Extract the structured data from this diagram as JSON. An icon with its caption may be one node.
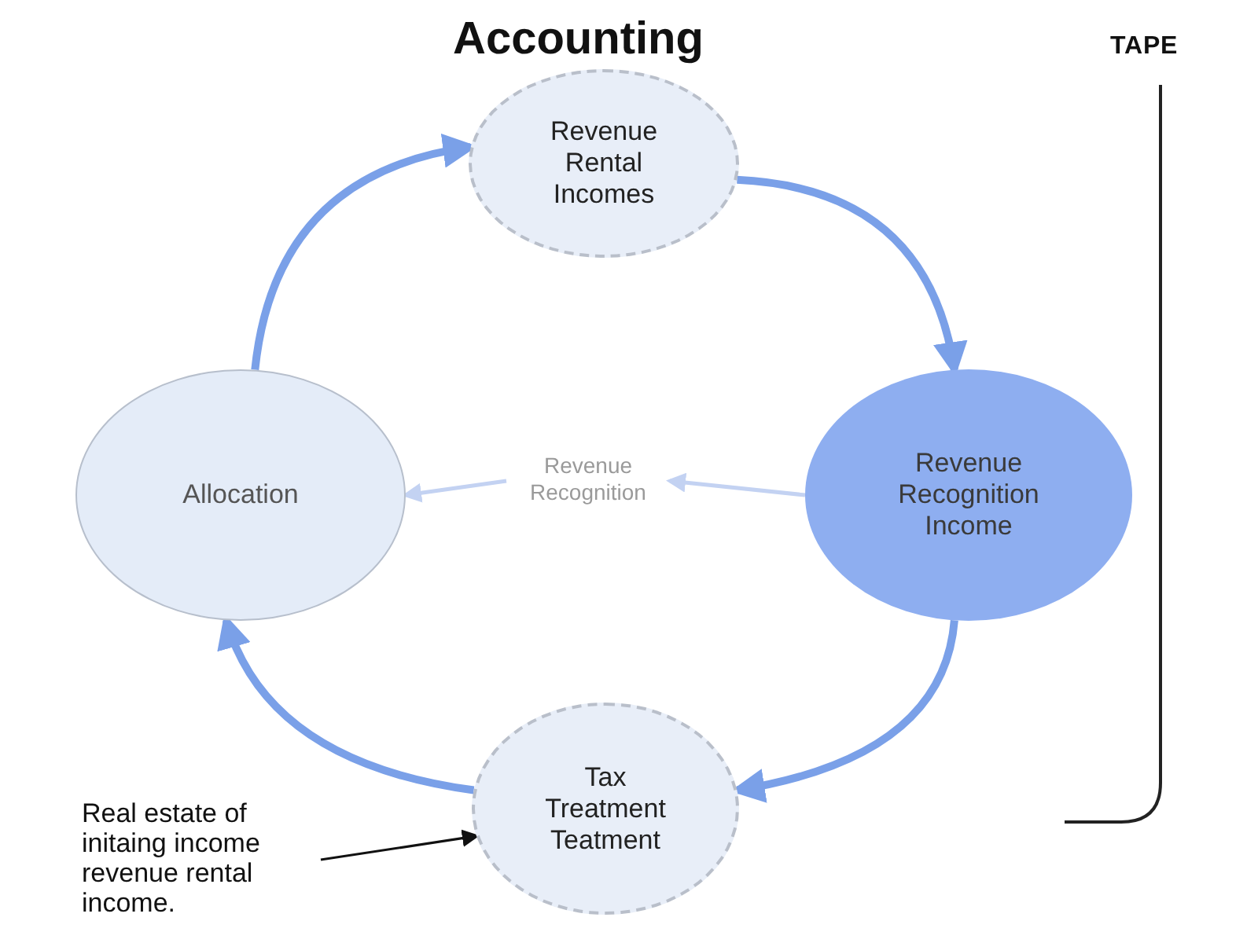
{
  "diagram": {
    "title": "Accounting",
    "nodes": [
      {
        "text": [
          "Revenue Rental Incomes"
        ]
      },
      {
        "text": [
          "Allocation"
        ]
      },
      {
        "text": [
          "Revenue Recognition"
        ]
      },
      {
        "text": [
          "Revenue Recognition Income"
        ]
      },
      {
        "text": [
          "Tax Treatment Teatment"
        ]
      },
      {
        "text": [
          "Real estate of initaing income revenue rental income."
        ]
      }
    ],
    "edges": [
      {
        "from": 0,
        "to": 3,
        "arrow": "to"
      },
      {
        "from": 3,
        "to": 4,
        "arrow": "to"
      },
      {
        "from": 4,
        "to": 1,
        "arrow": "to"
      },
      {
        "from": 1,
        "to": 0,
        "arrow": "to"
      },
      {
        "from": 3,
        "to": 2,
        "arrow": "to",
        "color": "#c3d2f2"
      },
      {
        "from": 2,
        "to": 1,
        "arrow": "to",
        "color": "#c3d2f2"
      },
      {
        "from": 5,
        "to": 4,
        "arrow": "to",
        "color": "#111111"
      }
    ],
    "labels": [
      "TAPE"
    ]
  }
}
